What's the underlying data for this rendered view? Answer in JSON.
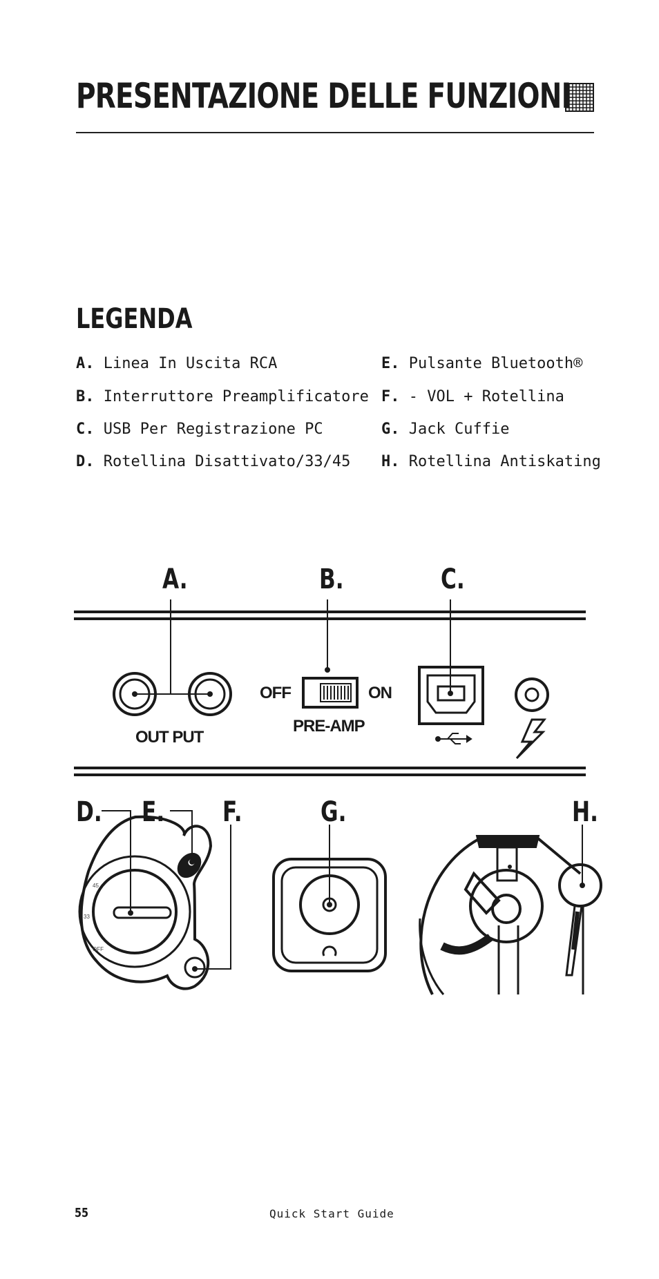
{
  "header": {
    "title": "PRESENTAZIONE DELLE FUNZIONI"
  },
  "legend": {
    "title": "LEGENDA",
    "items": [
      {
        "key": "A.",
        "label": "Linea In Uscita RCA"
      },
      {
        "key": "B.",
        "label": "Interruttore Preamplificatore"
      },
      {
        "key": "C.",
        "label": "USB Per Registrazione PC"
      },
      {
        "key": "D.",
        "label": "Rotellina Disattivato/33/45"
      },
      {
        "key": "E.",
        "label": "Pulsante Bluetooth®"
      },
      {
        "key": "F.",
        "label": "- VOL + Rotellina"
      },
      {
        "key": "G.",
        "label": "Jack Cuffie"
      },
      {
        "key": "H.",
        "label": "Rotellina Antiskating"
      }
    ]
  },
  "diagram": {
    "callouts": [
      "A.",
      "B.",
      "C.",
      "D.",
      "E.",
      "F.",
      "G.",
      "H."
    ],
    "output_label": "OUT PUT",
    "switch_off": "OFF",
    "switch_on": "ON",
    "preamp_label": "PRE-AMP",
    "speed_45": "45",
    "speed_33": "33",
    "speed_off": "OFF"
  },
  "footer": {
    "page_number": "55",
    "guide_title": "Quick Start Guide"
  }
}
